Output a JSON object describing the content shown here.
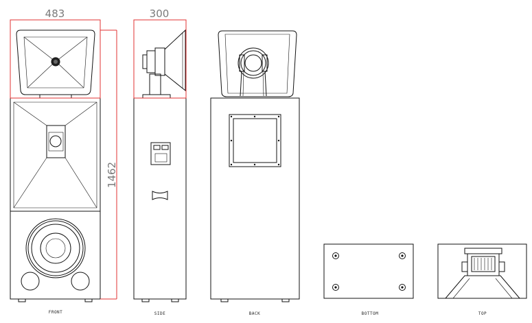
{
  "dimensions": {
    "width": "483",
    "depth": "300",
    "height": "1462"
  },
  "views": {
    "front": "FRONT",
    "side": "SIDE",
    "back": "BACK",
    "bottom": "BOTTOM",
    "top": "TOP"
  },
  "colors": {
    "dimension_line": "#e03030",
    "dimension_text": "#7a7a7a",
    "outline": "#111111"
  }
}
